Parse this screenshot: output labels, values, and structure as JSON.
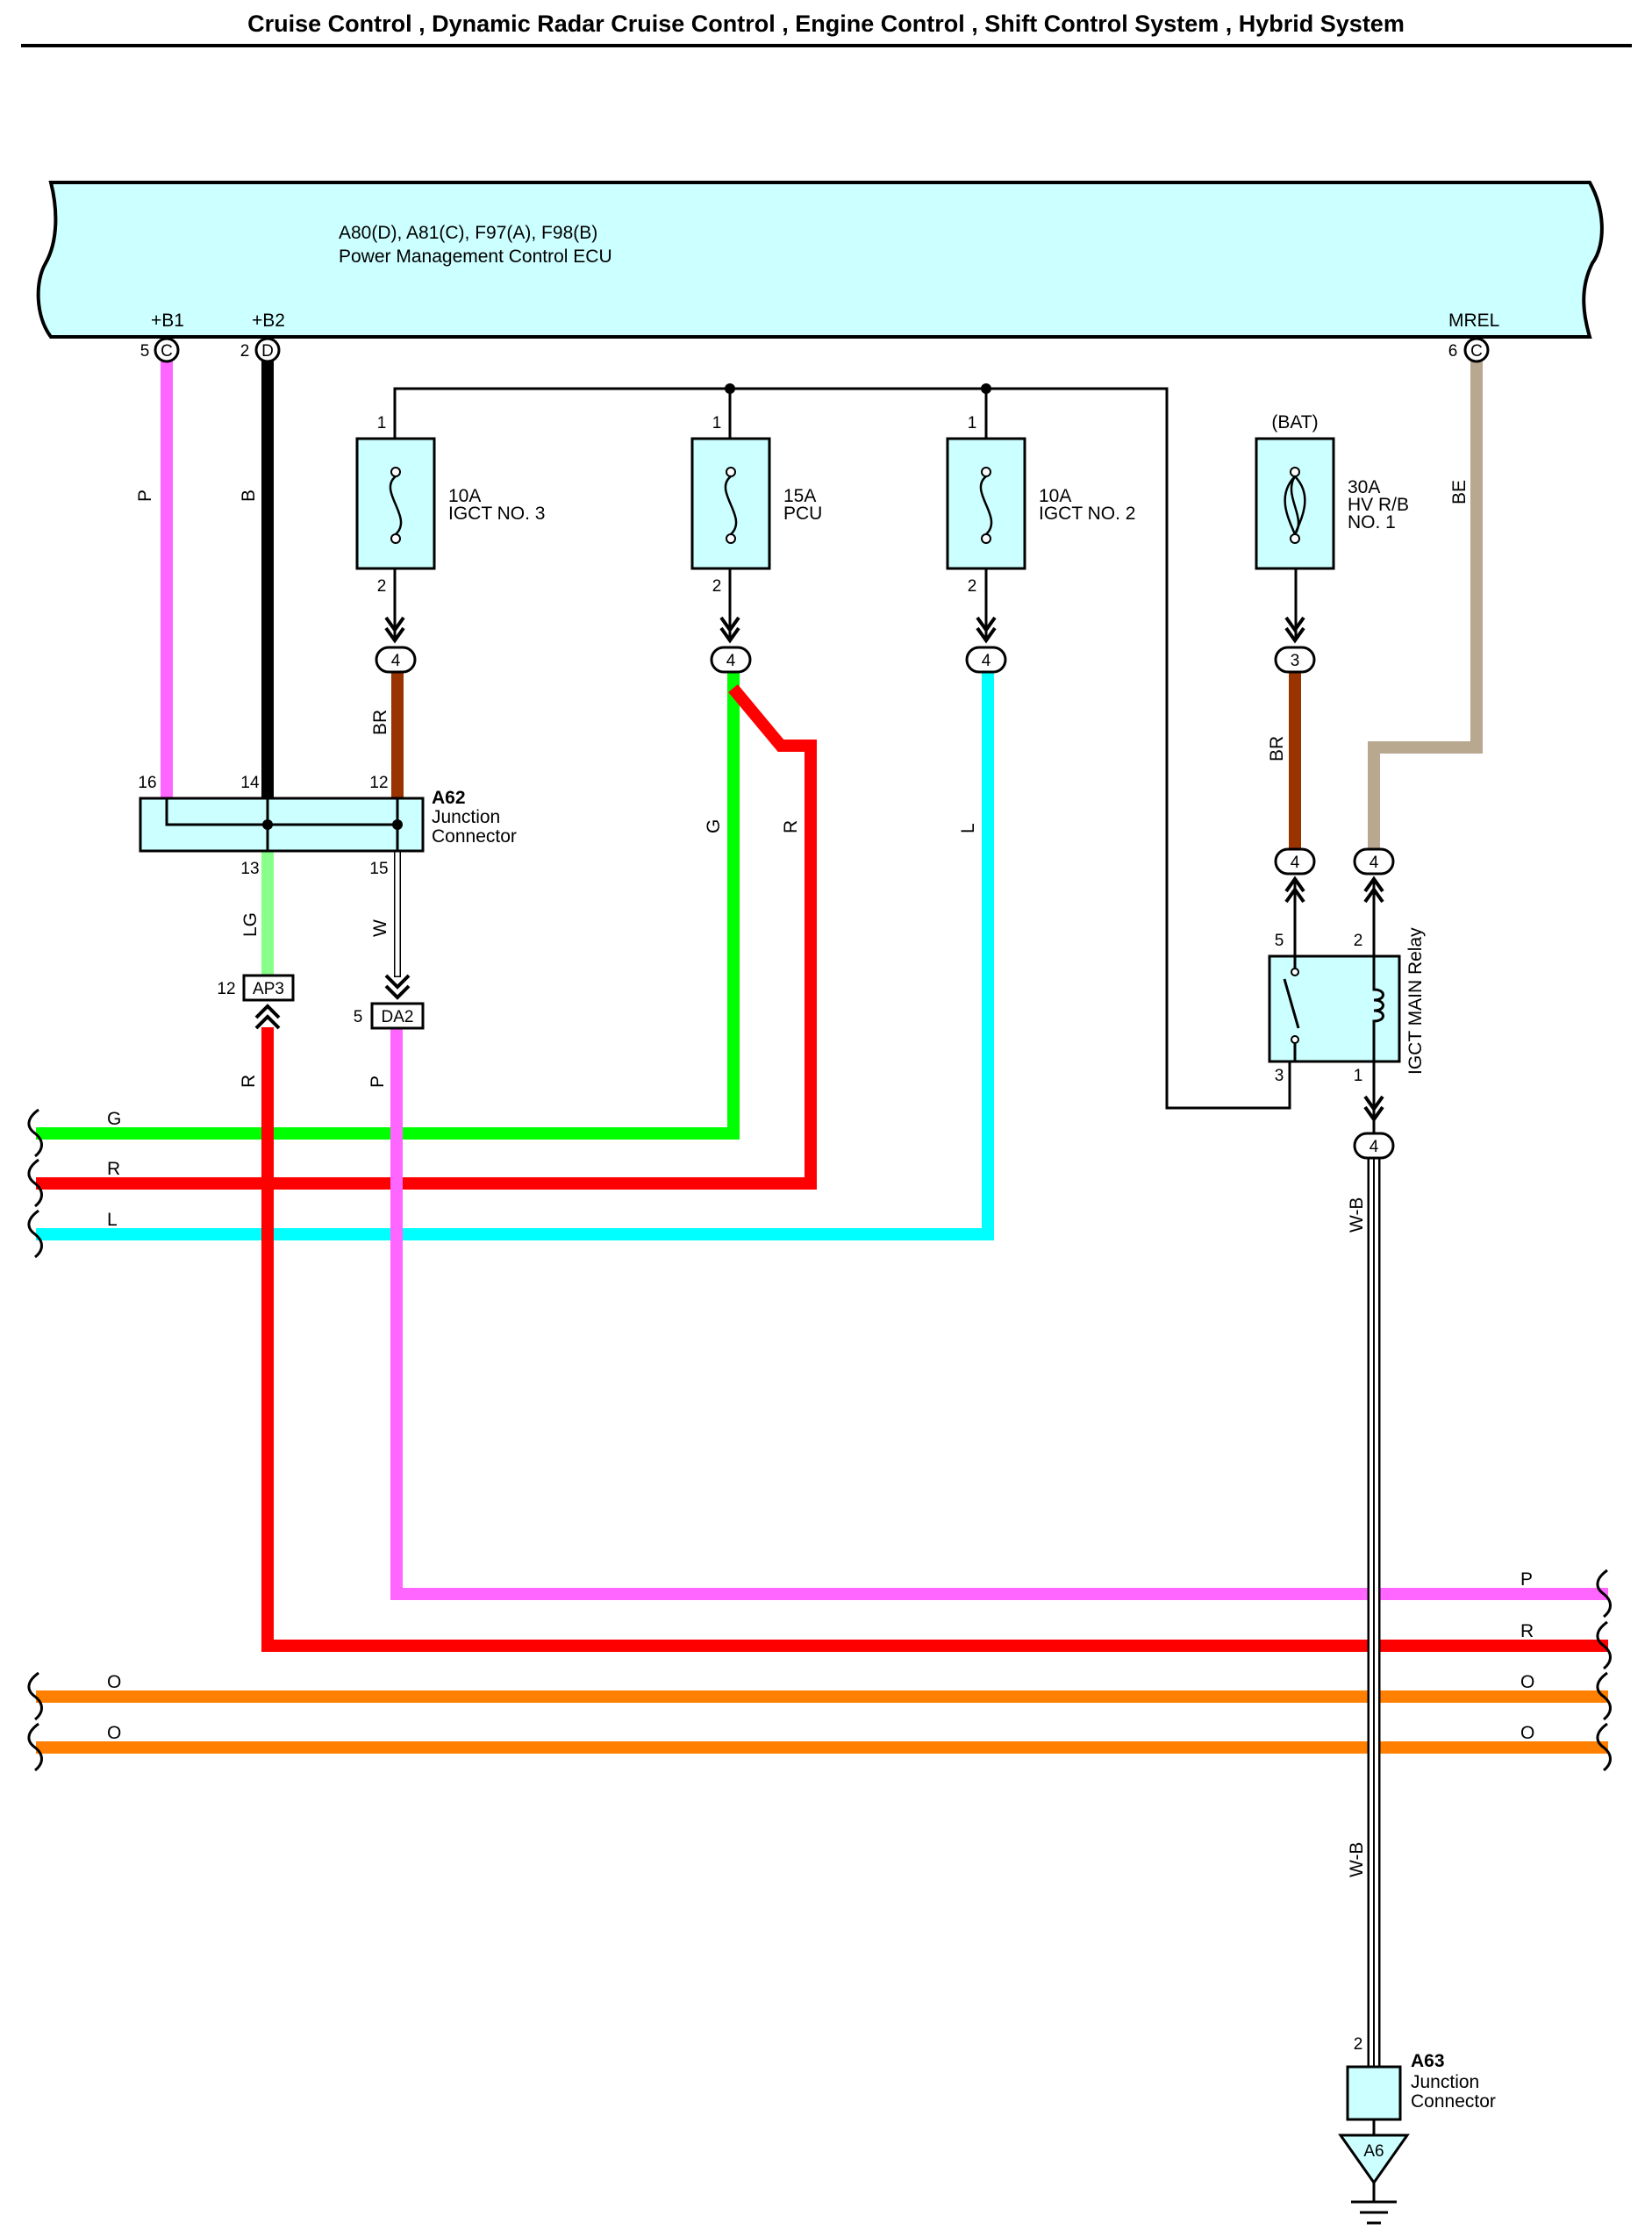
{
  "header": {
    "title": "Cruise Control , Dynamic Radar Cruise Control , Engine Control , Shift Control System , Hybrid System"
  },
  "colors": {
    "ecu_fill": "#ccffff",
    "pink": "#ff66ff",
    "black": "#000000",
    "brown": "#993300",
    "green": "#00ff00",
    "red": "#ff0000",
    "cyan": "#00ffff",
    "beige": "#b8a890",
    "light_green": "#88ff88",
    "orange": "#ff7f00"
  },
  "ecu": {
    "codes": "A80(D), A81(C), F97(A), F98(B)",
    "name": "Power Management Control ECU",
    "terminals": [
      {
        "name": "+B1",
        "pin": "5",
        "connector": "C"
      },
      {
        "name": "+B2",
        "pin": "2",
        "connector": "D"
      },
      {
        "name": "MREL",
        "pin": "6",
        "connector": "C"
      }
    ]
  },
  "fuses": [
    {
      "rating": "10A",
      "name": "IGCT NO. 3",
      "pin_in": "1",
      "pin_out": "2",
      "conn": "4",
      "wire": "BR"
    },
    {
      "rating": "15A",
      "name": "PCU",
      "pin_in": "1",
      "pin_out": "2",
      "conn": "4",
      "wire_down": "G",
      "wire_branch": "R"
    },
    {
      "rating": "10A",
      "name": "IGCT NO. 2",
      "pin_in": "1",
      "pin_out": "2",
      "conn": "4",
      "wire": "L"
    },
    {
      "rating": "30A",
      "name1": "HV R/B",
      "name2": "NO. 1",
      "source": "(BAT)",
      "conn": "3",
      "wire": "BR"
    }
  ],
  "wires": {
    "p": "P",
    "b": "B",
    "be": "BE",
    "lg": "LG",
    "w": "W",
    "r": "R",
    "wb": "W-B",
    "g": "G",
    "l": "L",
    "o": "O"
  },
  "junction_a62": {
    "code": "A62",
    "name1": "Junction",
    "name2": "Connector",
    "pins": {
      "top_left": "16",
      "top_mid": "14",
      "top_right": "12",
      "bottom_left": "13",
      "bottom_right": "15"
    }
  },
  "connectors": {
    "ap3": {
      "code": "AP3",
      "pin": "12"
    },
    "da2": {
      "code": "DA2",
      "pin": "5"
    }
  },
  "relay": {
    "name": "IGCT MAIN Relay",
    "pins": {
      "p5": "5",
      "p2": "2",
      "p3": "3",
      "p1": "1"
    },
    "conn_left": "4",
    "conn_right": "4",
    "conn_bottom": "4"
  },
  "junction_a63": {
    "code": "A63",
    "name1": "Junction",
    "name2": "Connector",
    "pin": "2"
  },
  "ground": {
    "code": "A6"
  }
}
